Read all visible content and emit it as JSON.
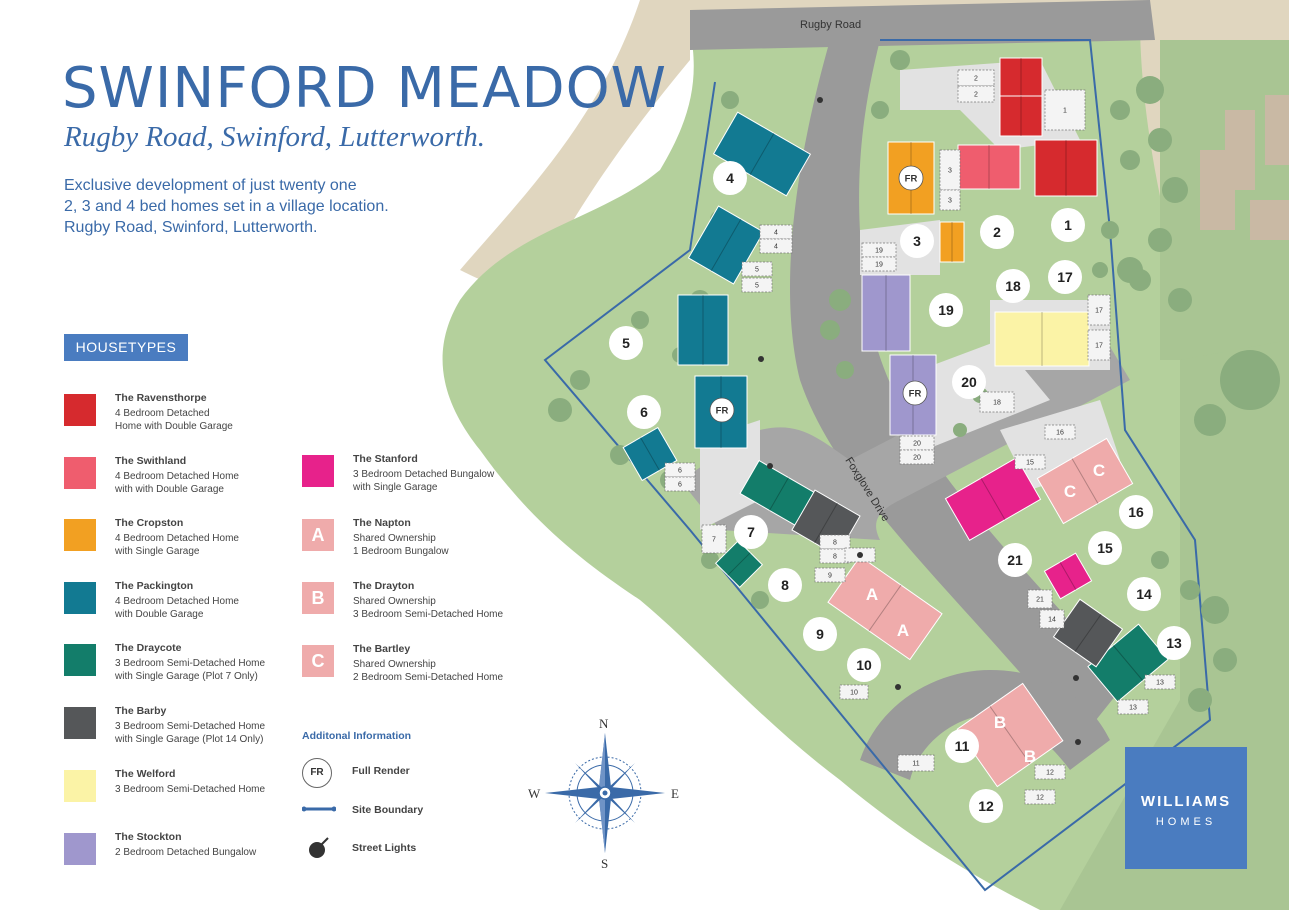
{
  "header": {
    "title": "SWINFORD MEADOW",
    "subtitle": "Rugby Road, Swinford, Lutterworth.",
    "intro_lines": [
      "Exclusive development of just twenty one",
      "2, 3 and 4 bed homes set in a village location.",
      "Rugby Road, Swinford, Lutterworth."
    ]
  },
  "legend": {
    "title": "HOUSETYPES",
    "housetypes": [
      {
        "name": "The Ravensthorpe",
        "desc1": "4 Bedroom Detached",
        "desc2": "Home with Double Garage",
        "color": "#d62a2e",
        "letter": ""
      },
      {
        "name": "The Swithland",
        "desc1": "4 Bedroom Detached Home",
        "desc2": "with with Double Garage",
        "color": "#ef5d6e",
        "letter": ""
      },
      {
        "name": "The Cropston",
        "desc1": "4 Bedroom Detached Home",
        "desc2": "with Single Garage",
        "color": "#f2a022",
        "letter": ""
      },
      {
        "name": "The Packington",
        "desc1": "4 Bedroom Detached Home",
        "desc2": "with Double Garage",
        "color": "#127a92",
        "letter": ""
      },
      {
        "name": "The Draycote",
        "desc1": "3 Bedroom Semi-Detached Home",
        "desc2": "with Single Garage (Plot 7 Only)",
        "color": "#137d6a",
        "letter": ""
      },
      {
        "name": "The Barby",
        "desc1": "3 Bedroom Semi-Detached Home",
        "desc2": "with Single Garage (Plot 14 Only)",
        "color": "#555759",
        "letter": ""
      },
      {
        "name": "The Welford",
        "desc1": "3 Bedroom Semi-Detached Home",
        "desc2": "",
        "color": "#fbf3a6",
        "letter": ""
      },
      {
        "name": "The Stockton",
        "desc1": "2 Bedroom Detached Bungalow",
        "desc2": "",
        "color": "#9f97cd",
        "letter": ""
      },
      {
        "name": "The Stanford",
        "desc1": "3 Bedroom Detached Bungalow",
        "desc2": "with Single Garage",
        "color": "#e7228b",
        "letter": ""
      },
      {
        "name": "The Napton",
        "desc1": "Shared Ownership",
        "desc2": "1 Bedroom Bungalow",
        "color": "#efabab",
        "letter": "A"
      },
      {
        "name": "The Drayton",
        "desc1": "Shared Ownership",
        "desc2": "3 Bedroom Semi-Detached Home",
        "color": "#efabab",
        "letter": "B"
      },
      {
        "name": "The Bartley",
        "desc1": "Shared Ownership",
        "desc2": "2 Bedroom Semi-Detached Home",
        "color": "#efabab",
        "letter": "C"
      }
    ]
  },
  "additional": {
    "title": "Additonal Information",
    "fr_symbol": "FR",
    "full_render": "Full Render",
    "site_boundary": "Site Boundary",
    "street_lights": "Street Lights"
  },
  "compass": {
    "n": "N",
    "e": "E",
    "s": "S",
    "w": "W"
  },
  "map": {
    "road_top": "Rugby Road",
    "road_main": "Foxglove Drive",
    "plot_labels": [
      "1",
      "2",
      "3",
      "4",
      "5",
      "6",
      "7",
      "8",
      "9",
      "10",
      "11",
      "12",
      "13",
      "14",
      "15",
      "16",
      "17",
      "18",
      "19",
      "20",
      "21"
    ],
    "fr_label": "FR",
    "shared_letters": {
      "a": "A",
      "b": "B",
      "c": "C"
    },
    "parking_numbers": [
      "1",
      "2",
      "3",
      "4",
      "5",
      "6",
      "7",
      "8",
      "9",
      "10",
      "11",
      "12",
      "13",
      "14",
      "15",
      "16",
      "17",
      "18",
      "19",
      "20",
      "21"
    ]
  },
  "colors": {
    "grass": "#b4d09c",
    "grass_dark": "#8fb27f",
    "road": "#9a9a9a",
    "sand": "#e0d6bf",
    "boundary": "#3a6aa8",
    "brand": "#4a7cc0"
  },
  "logo": {
    "line1": "WILLIAMS",
    "line2": "HOMES"
  }
}
